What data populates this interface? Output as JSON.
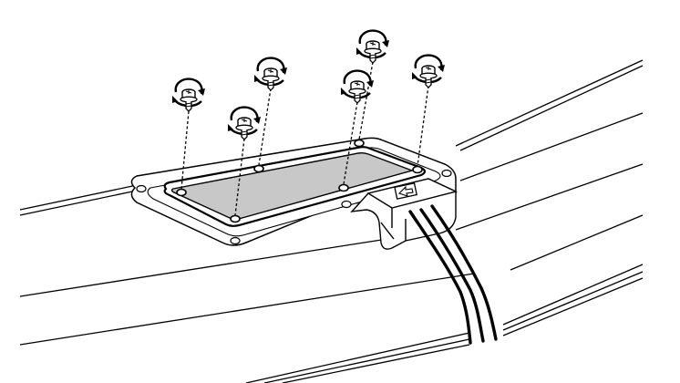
{
  "diagram": {
    "subject": "cover-plate-screw-removal",
    "screw_count": 6,
    "cable_count": 3,
    "arrow_direction": "left",
    "colors": {
      "line": "#000000",
      "panel_fill": "#c8c8c8",
      "frame_fill": "#ffffff",
      "background": "#ffffff"
    }
  }
}
